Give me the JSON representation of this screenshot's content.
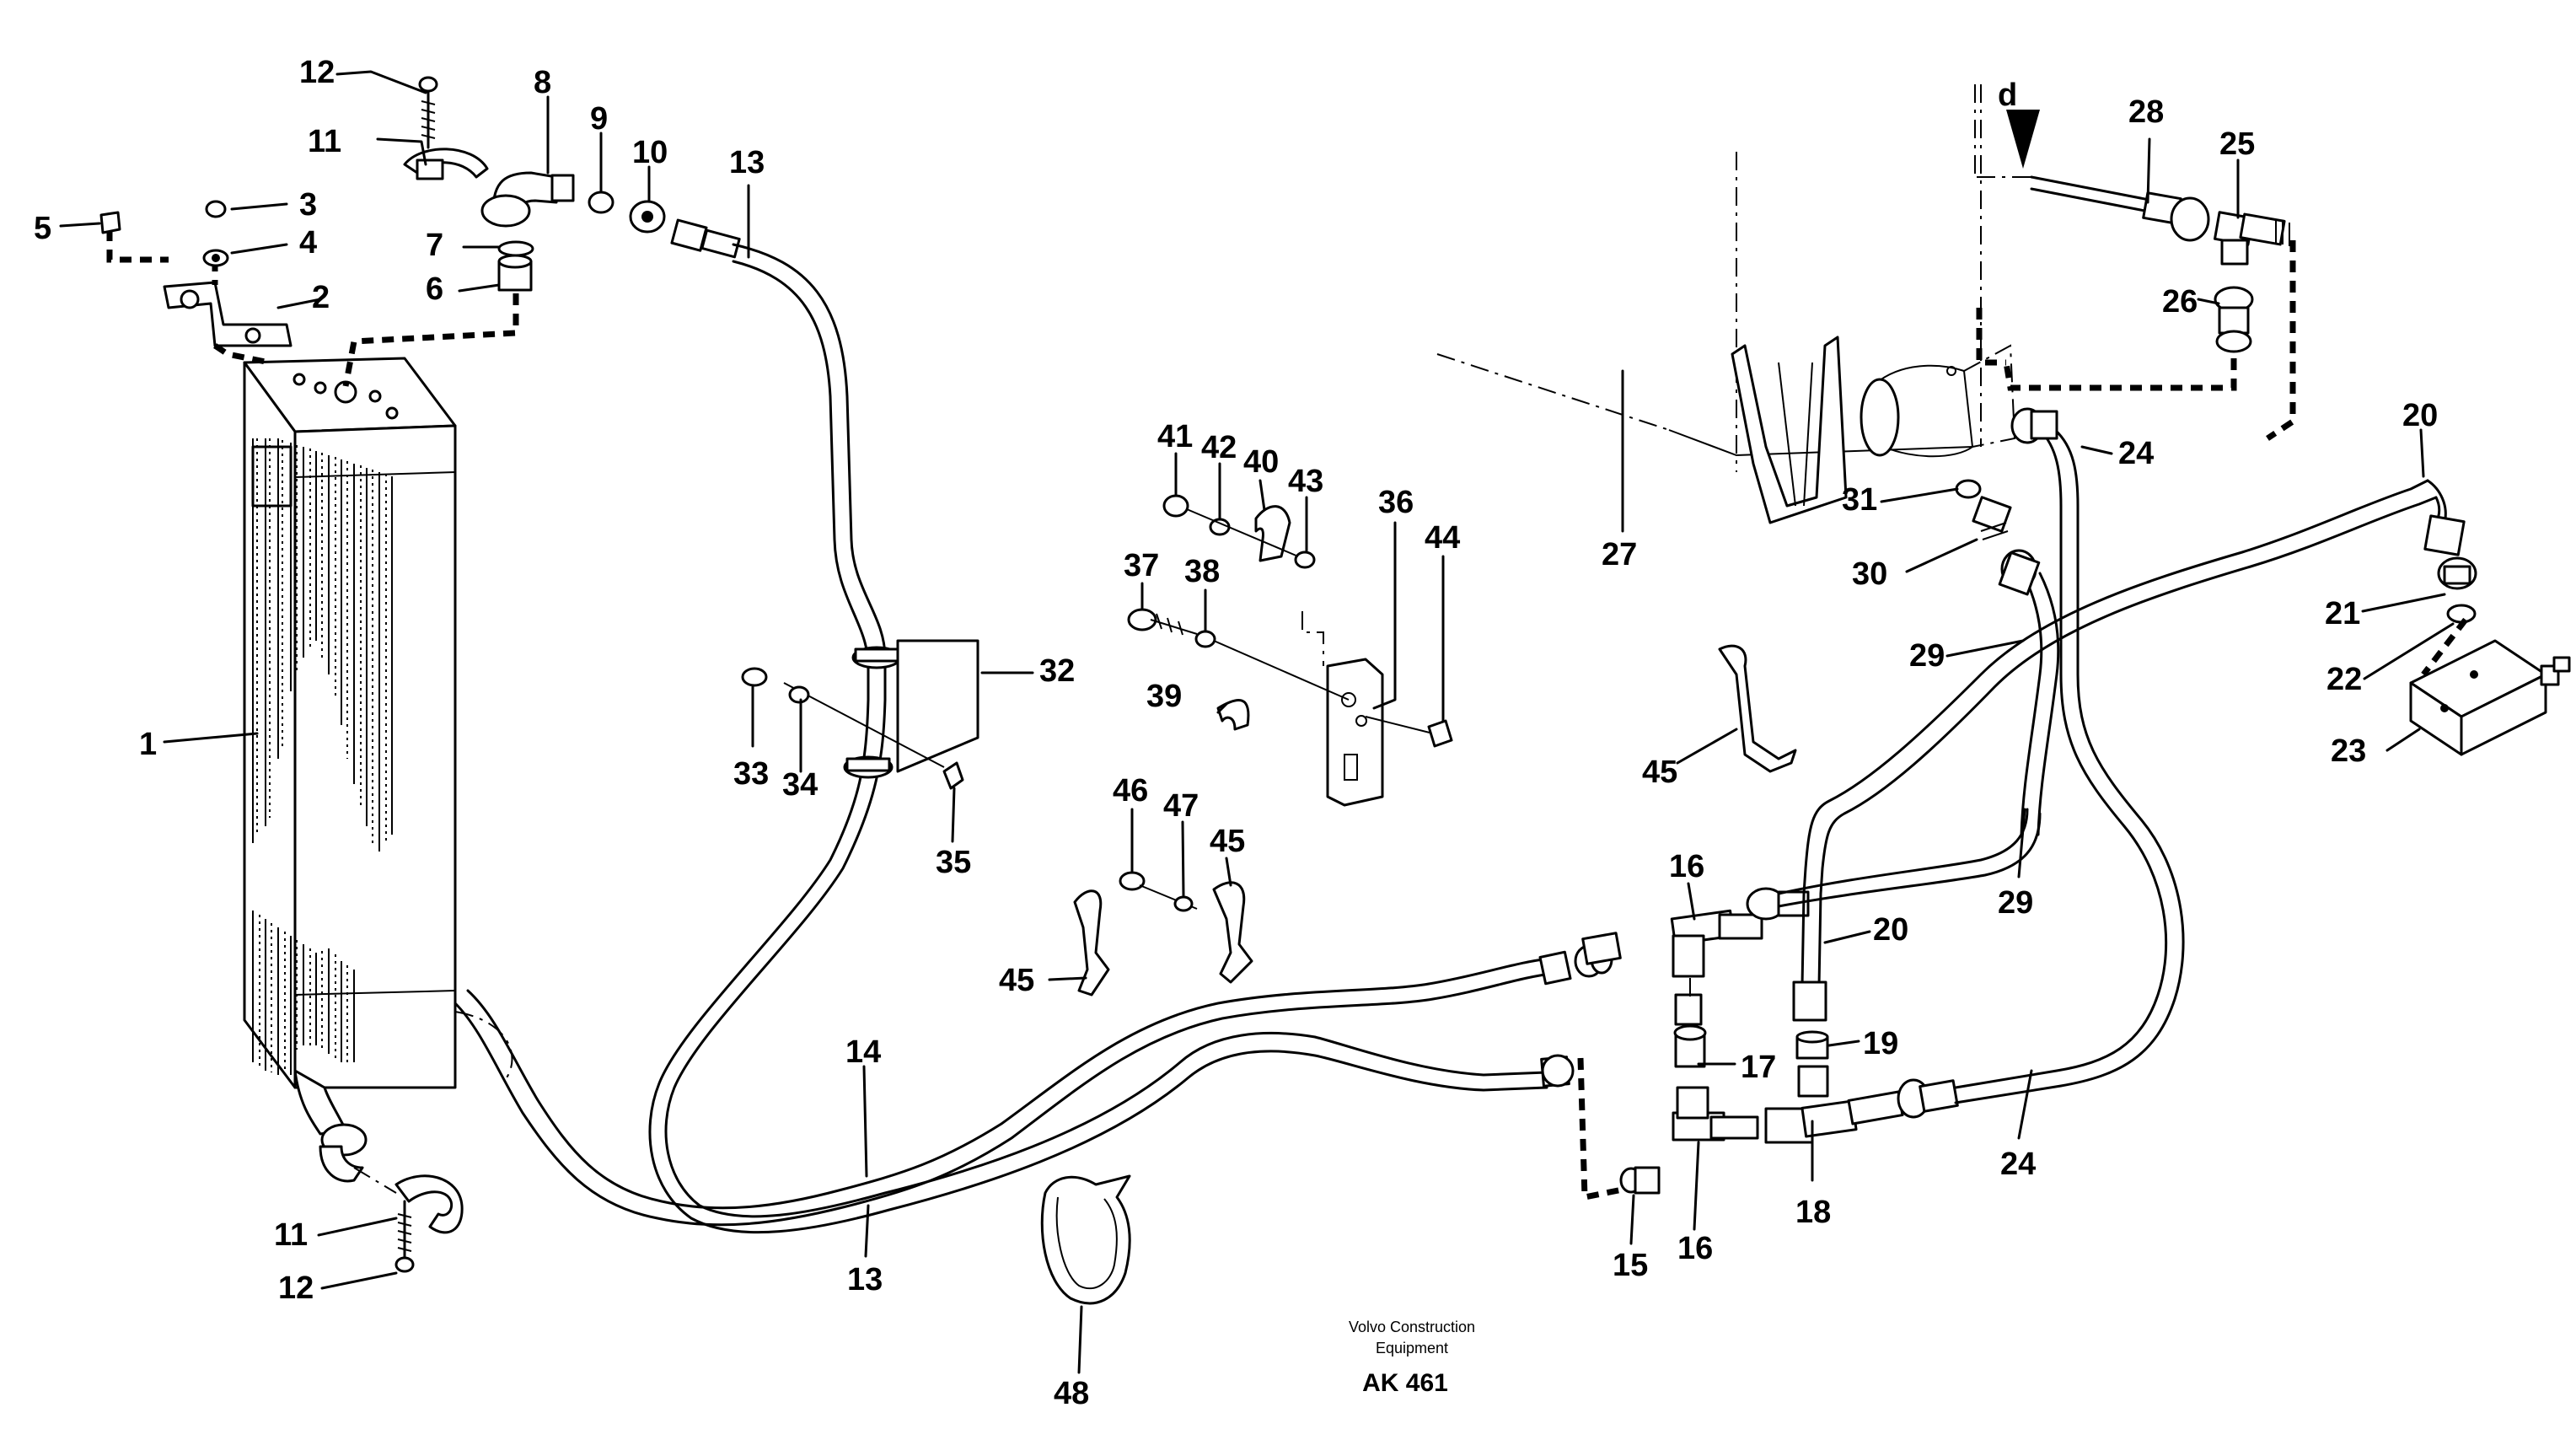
{
  "view_marker": "d",
  "callouts": [
    "1",
    "2",
    "3",
    "4",
    "5",
    "6",
    "7",
    "8",
    "9",
    "10",
    "11",
    "12",
    "11",
    "12",
    "13",
    "13",
    "14",
    "15",
    "16",
    "16",
    "17",
    "18",
    "19",
    "20",
    "20",
    "21",
    "22",
    "23",
    "24",
    "24",
    "25",
    "26",
    "27",
    "28",
    "29",
    "29",
    "30",
    "31",
    "32",
    "33",
    "34",
    "35",
    "36",
    "37",
    "38",
    "39",
    "40",
    "41",
    "42",
    "43",
    "44",
    "45",
    "45",
    "45",
    "46",
    "47",
    "48"
  ],
  "footer": {
    "company_line1": "Volvo Construction",
    "company_line2": "Equipment",
    "code": "AK 461"
  }
}
